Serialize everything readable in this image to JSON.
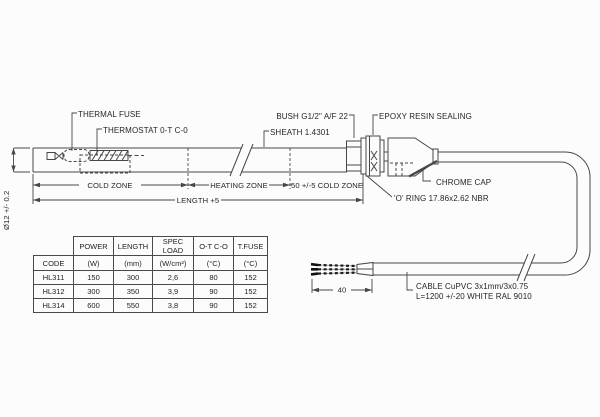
{
  "diagram": {
    "labels": {
      "thermal_fuse": "THERMAL FUSE",
      "thermostat": "THERMOSTAT 0-T C-0",
      "sheath": "SHEATH 1.4301",
      "bush": "BUSH G1/2\" A/F 22",
      "epoxy": "EPOXY RESIN SEALING",
      "chrome_cap": "CHROME CAP",
      "o_ring": "'O' RING 17.86x2.62 NBR",
      "cable_line1": "CABLE CuPVC 3x1mm/3x0.75",
      "cable_line2": "L=1200 +/-20 WHITE RAL 9010"
    },
    "dimensions": {
      "diameter": "Ø12 +/- 0.2",
      "cold_zone": "COLD ZONE",
      "heating_zone": "HEATING ZONE",
      "cold_zone_50": "50 +/-5 COLD ZONE",
      "length": "LENGTH +5",
      "wire_length": "40"
    }
  },
  "table": {
    "col_headers": [
      "POWER",
      "LENGTH",
      "SPEC LOAD",
      "O-T C-O",
      "T.FUSE"
    ],
    "unit_row": [
      "CODE",
      "(W)",
      "(mm)",
      "(W/cm²)",
      "(°C)",
      "(°C)"
    ],
    "rows": [
      [
        "HL311",
        "150",
        "300",
        "2,6",
        "80",
        "152"
      ],
      [
        "HL312",
        "300",
        "350",
        "3,9",
        "90",
        "152"
      ],
      [
        "HL314",
        "600",
        "550",
        "3,8",
        "90",
        "152"
      ]
    ]
  },
  "colors": {
    "line": "#474747",
    "text": "#262626",
    "background": "#fcfcfc"
  }
}
